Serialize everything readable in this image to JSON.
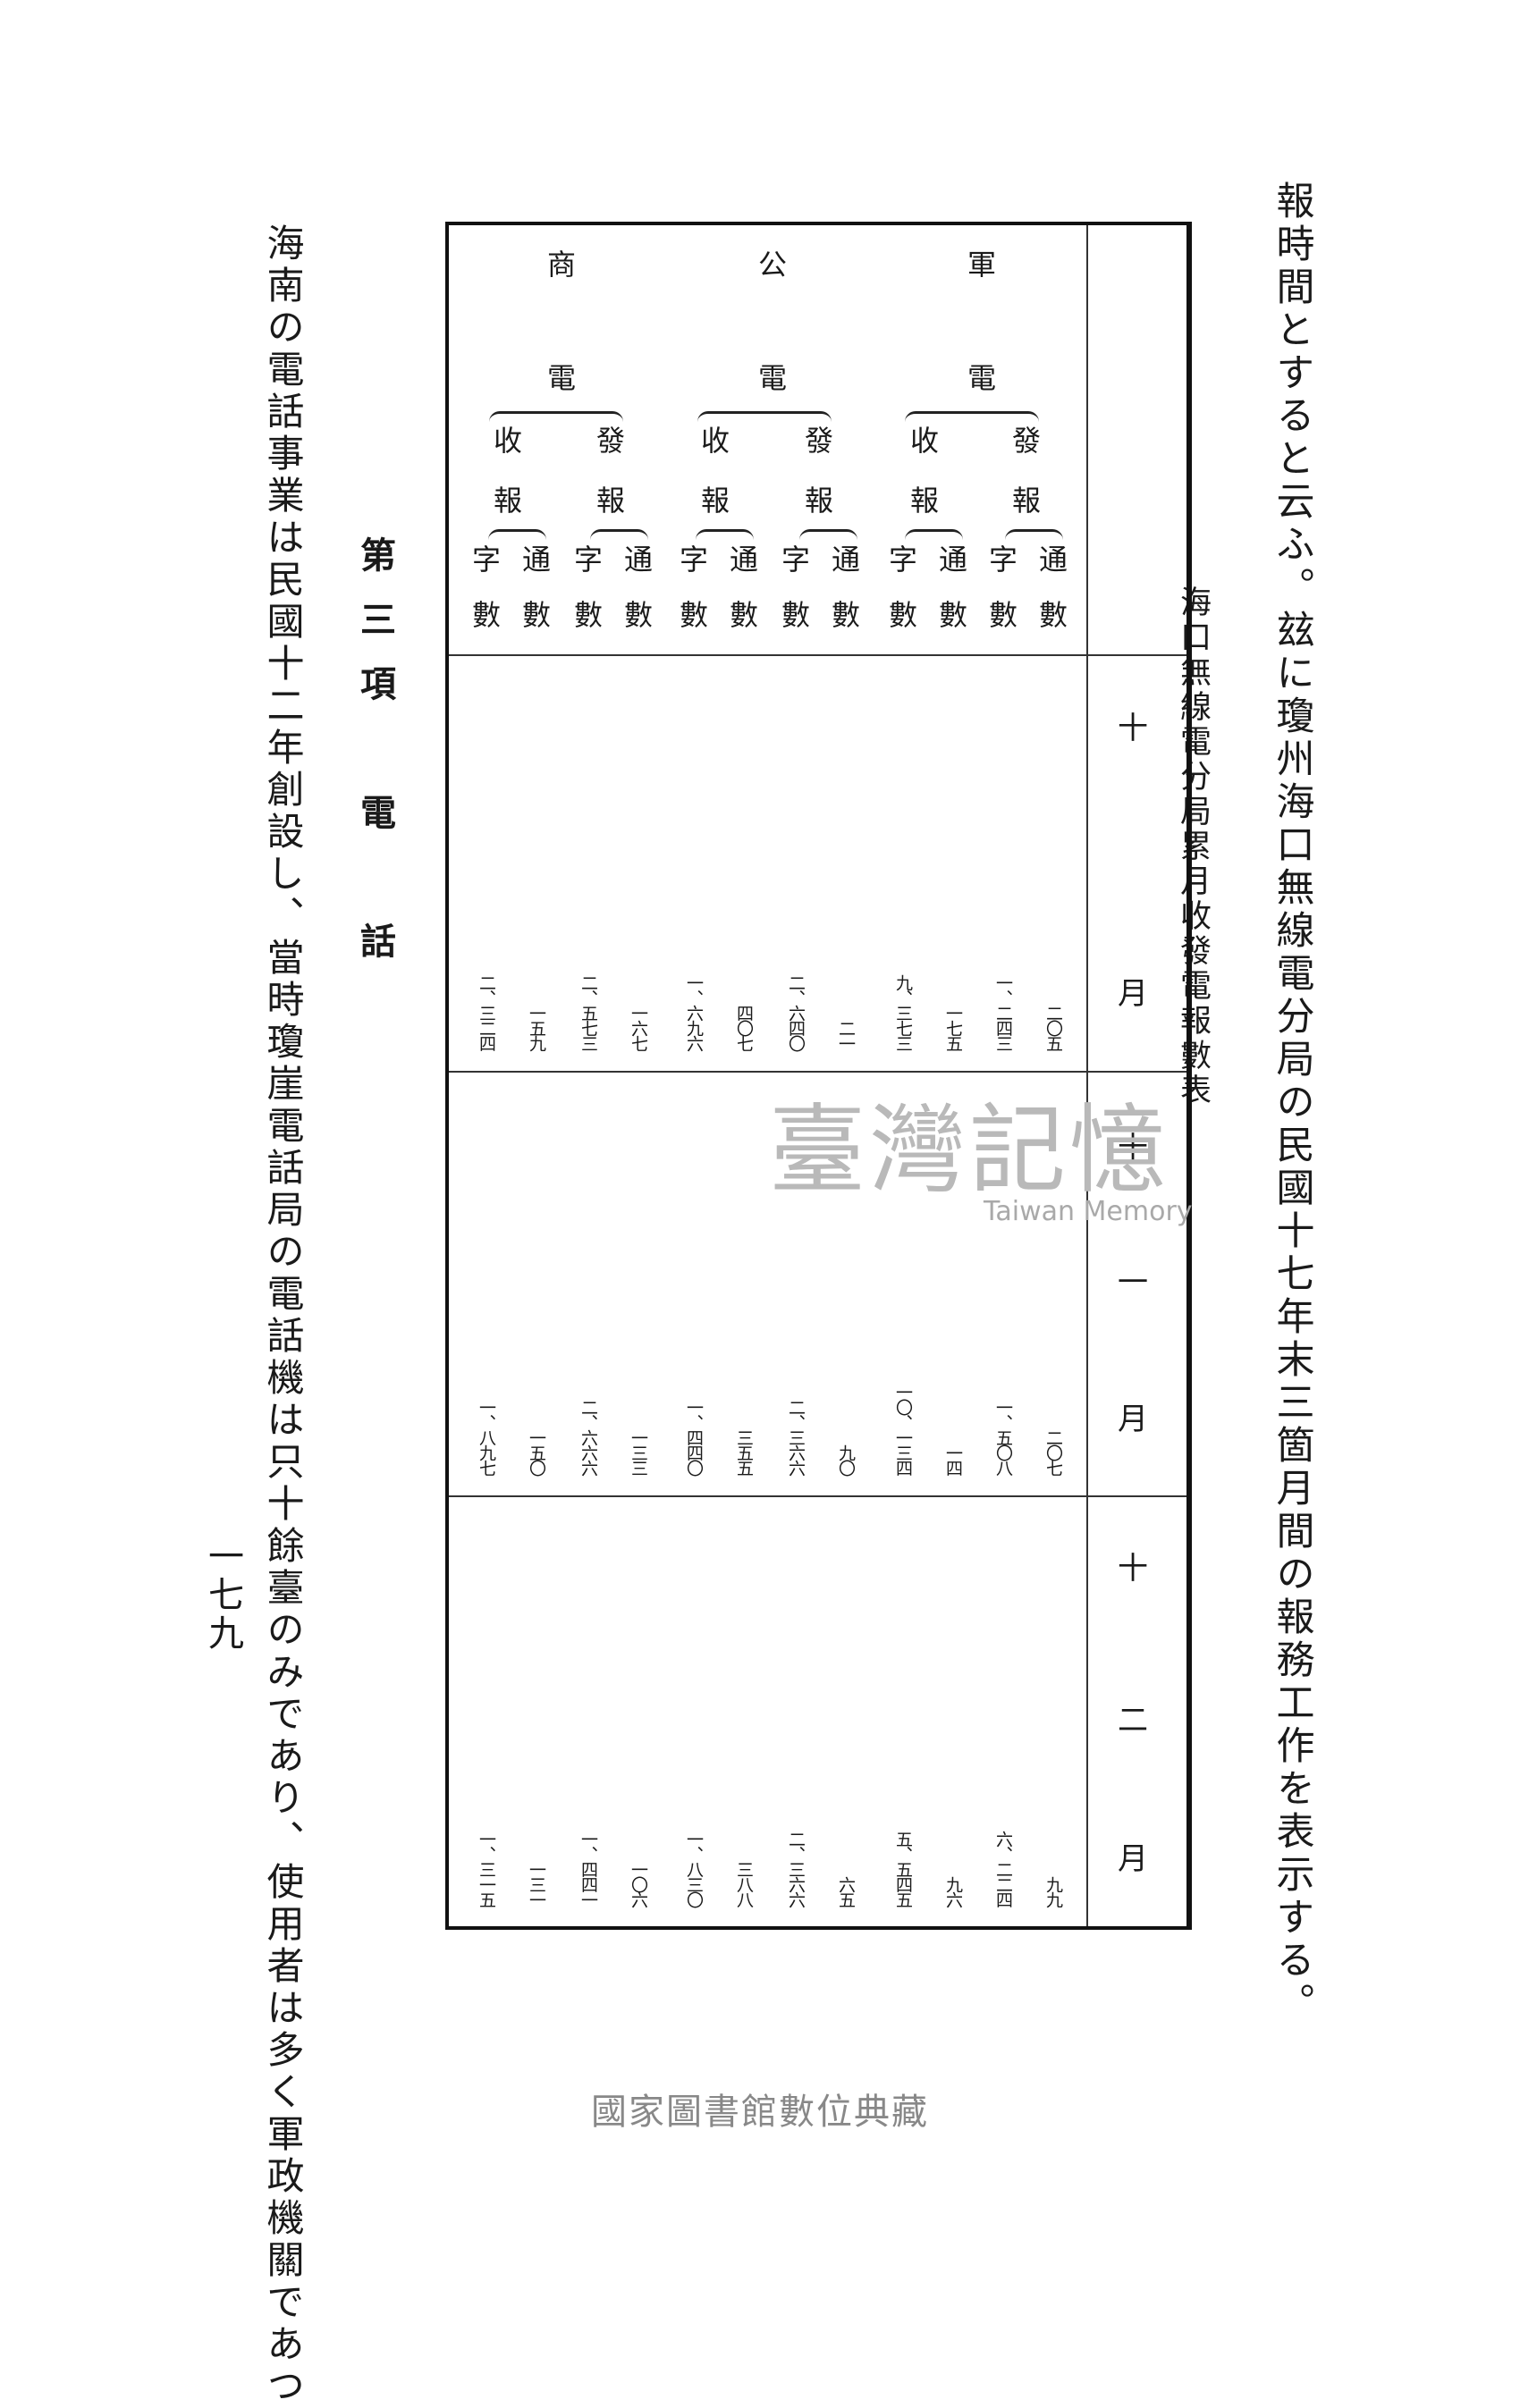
{
  "intro_text": "報時間とすると云ふ。玆に瓊州海口無線電分局の民國十七年末三箇月間の報務工作を表示する。",
  "table_title": "海口無線電分局累月收發電報數表",
  "table": {
    "categories": [
      {
        "name": "軍",
        "suffix": "電"
      },
      {
        "name": "公",
        "suffix": "電"
      },
      {
        "name": "商",
        "suffix": "電"
      }
    ],
    "direction_labels": {
      "send": "發",
      "receive": "收",
      "report": "報"
    },
    "metric_labels": {
      "count": "通",
      "chars": "字",
      "shu": "數"
    },
    "months": [
      {
        "label_top": "十",
        "label_mid": "",
        "label_bottom": "月",
        "values": [
          "二〇五",
          "一、二四三",
          "一七五",
          "九、三七三",
          "二一",
          "二、六四〇",
          "四〇七",
          "一、六九六",
          "一六七",
          "二、五七三",
          "一五九",
          "二、三二四"
        ]
      },
      {
        "label_top": "十",
        "label_mid": "一",
        "label_bottom": "月",
        "values": [
          "二〇七",
          "一、五〇八",
          "一四",
          "一〇、一三四",
          "九〇",
          "二、三六六",
          "三五五",
          "一、四四〇",
          "一三三",
          "二、六六六",
          "一五〇",
          "一、八九七"
        ]
      },
      {
        "label_top": "十",
        "label_mid": "二",
        "label_bottom": "月",
        "values": [
          "九九",
          "六、二二四",
          "九六",
          "五、五四五",
          "六五",
          "二、三六六",
          "三八八",
          "一、八三〇",
          "一〇六",
          "一、四四一",
          "一三一",
          "一、三一五"
        ]
      }
    ]
  },
  "section_heading": "第三項　電　話",
  "body_text": "海南の電話事業は民國十二年創設し、當時瓊崖電話局の電話機は只十餘臺のみであり、使用者は多く軍政機關であつ",
  "page_number": "一七九",
  "watermark": {
    "zh": "臺灣記憶",
    "en": "Taiwan Memory"
  },
  "footer": "國家圖書館數位典藏"
}
